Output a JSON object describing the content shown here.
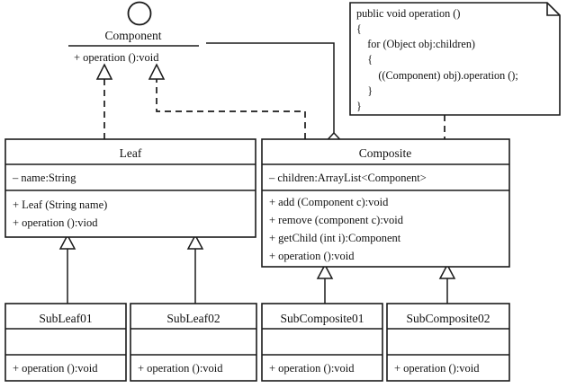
{
  "diagram": {
    "title": "Composite Pattern UML Class Diagram",
    "type": "uml-class-diagram",
    "stroke_color": "#1a1a1a",
    "fill_color": "#ffffff"
  },
  "interface": {
    "name": "Component",
    "icon": "lollipop-circle",
    "operations": [
      "+ operation ():void"
    ]
  },
  "note": {
    "lines": [
      "public void operation ()",
      "{",
      "    for (Object obj:children)",
      "    {",
      "        ((Component) obj).operation ();",
      "    }",
      "}"
    ]
  },
  "classes": [
    {
      "id": "leaf",
      "name": "Leaf",
      "attributes": [
        "– name:String"
      ],
      "operations": [
        "+ Leaf (String name)",
        "+ operation ():viod"
      ]
    },
    {
      "id": "composite",
      "name": "Composite",
      "attributes": [
        "– children:ArrayList<Component>"
      ],
      "operations": [
        "+ add (Component c):void",
        "+ remove (component c):void",
        "+ getChild (int i):Component",
        "+ operation ():void"
      ]
    },
    {
      "id": "subleaf01",
      "name": "SubLeaf01",
      "attributes": [],
      "operations": [
        "+ operation ():void"
      ]
    },
    {
      "id": "subleaf02",
      "name": "SubLeaf02",
      "attributes": [],
      "operations": [
        "+ operation ():void"
      ]
    },
    {
      "id": "subcomposite01",
      "name": "SubComposite01",
      "attributes": [],
      "operations": [
        "+ operation ():void"
      ]
    },
    {
      "id": "subcomposite02",
      "name": "SubComposite02",
      "attributes": [],
      "operations": [
        "+ operation ():void"
      ]
    }
  ],
  "relations": [
    {
      "id": "leaf-realizes-component",
      "kind": "realization",
      "from": "Leaf",
      "to": "Component",
      "style": "dashed",
      "head": "hollow-triangle"
    },
    {
      "id": "composite-realizes-component",
      "kind": "realization",
      "from": "Composite",
      "to": "Component",
      "style": "dashed",
      "head": "hollow-triangle"
    },
    {
      "id": "composite-aggregates-component",
      "kind": "aggregation",
      "from": "Composite",
      "to": "Component",
      "style": "solid",
      "head": "hollow-diamond"
    },
    {
      "id": "subleaf01-extends-leaf",
      "kind": "generalization",
      "from": "SubLeaf01",
      "to": "Leaf",
      "style": "solid",
      "head": "hollow-triangle"
    },
    {
      "id": "subleaf02-extends-leaf",
      "kind": "generalization",
      "from": "SubLeaf02",
      "to": "Leaf",
      "style": "solid",
      "head": "hollow-triangle"
    },
    {
      "id": "subcomposite01-extends-composite",
      "kind": "generalization",
      "from": "SubComposite01",
      "to": "Composite",
      "style": "solid",
      "head": "hollow-triangle"
    },
    {
      "id": "subcomposite02-extends-composite",
      "kind": "generalization",
      "from": "SubComposite02",
      "to": "Composite",
      "style": "solid",
      "head": "hollow-triangle"
    },
    {
      "id": "note-anchors-composite",
      "kind": "note-anchor",
      "from": "note",
      "to": "Composite",
      "style": "dashed",
      "head": "none"
    }
  ]
}
